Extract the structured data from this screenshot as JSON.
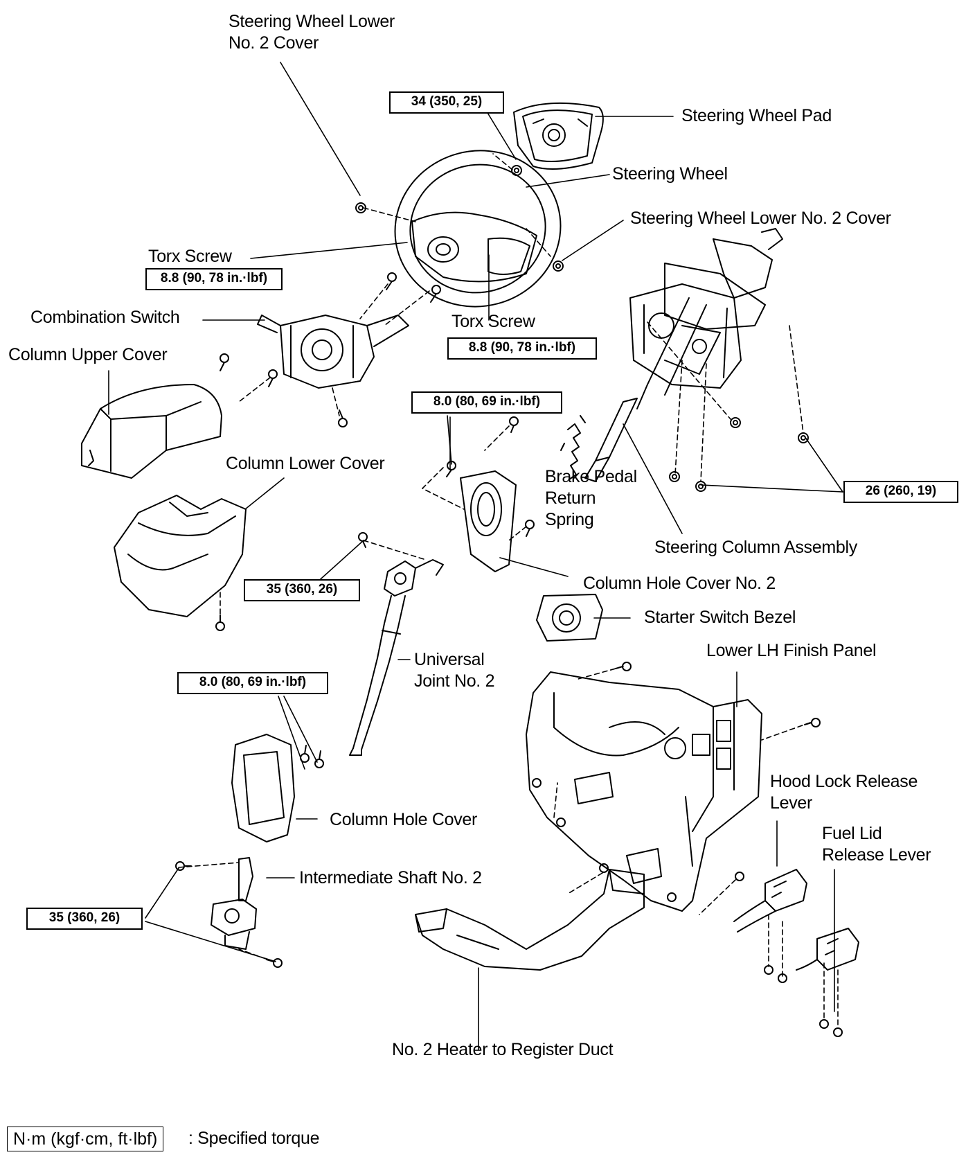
{
  "labels": {
    "sw_lower_cover_top": "Steering Wheel Lower",
    "sw_lower_cover_top_2": "No. 2 Cover",
    "sw_pad": "Steering Wheel Pad",
    "sw": "Steering Wheel",
    "sw_lower_cover_right": "Steering Wheel Lower No. 2 Cover",
    "torx_screw_left": "Torx Screw",
    "torx_screw_right": "Torx Screw",
    "combination_switch": "Combination Switch",
    "column_upper_cover": "Column Upper Cover",
    "column_lower_cover": "Column Lower Cover",
    "brake_spring_1": "Brake Pedal",
    "brake_spring_2": "Return",
    "brake_spring_3": "Spring",
    "steering_column_assembly": "Steering Column Assembly",
    "column_hole_cover_no2": "Column Hole Cover No. 2",
    "starter_switch_bezel": "Starter Switch Bezel",
    "lower_lh_finish_panel": "Lower LH Finish Panel",
    "universal_joint_1": "Universal",
    "universal_joint_2": "Joint No. 2",
    "hood_lock_1": "Hood Lock Release",
    "hood_lock_2": "Lever",
    "fuel_lid_1": "Fuel Lid",
    "fuel_lid_2": "Release Lever",
    "column_hole_cover": "Column Hole Cover",
    "intermediate_shaft": "Intermediate Shaft No. 2",
    "heater_duct": "No. 2 Heater to Register Duct"
  },
  "torques": {
    "t34": "34 (350, 25)",
    "t88_left": "8.8 (90, 78 in.·lbf)",
    "t88_right": "8.8 (90, 78 in.·lbf)",
    "t80_top": "8.0 (80, 69 in.·lbf)",
    "t26": "26 (260, 19)",
    "t35_mid": "35 (360, 26)",
    "t80_left": "8.0 (80, 69 in.·lbf)",
    "t35_bottom": "35 (360, 26)"
  },
  "legend": {
    "unit": "N·m (kgf·cm, ft·lbf)",
    "text": ": Specified torque"
  }
}
